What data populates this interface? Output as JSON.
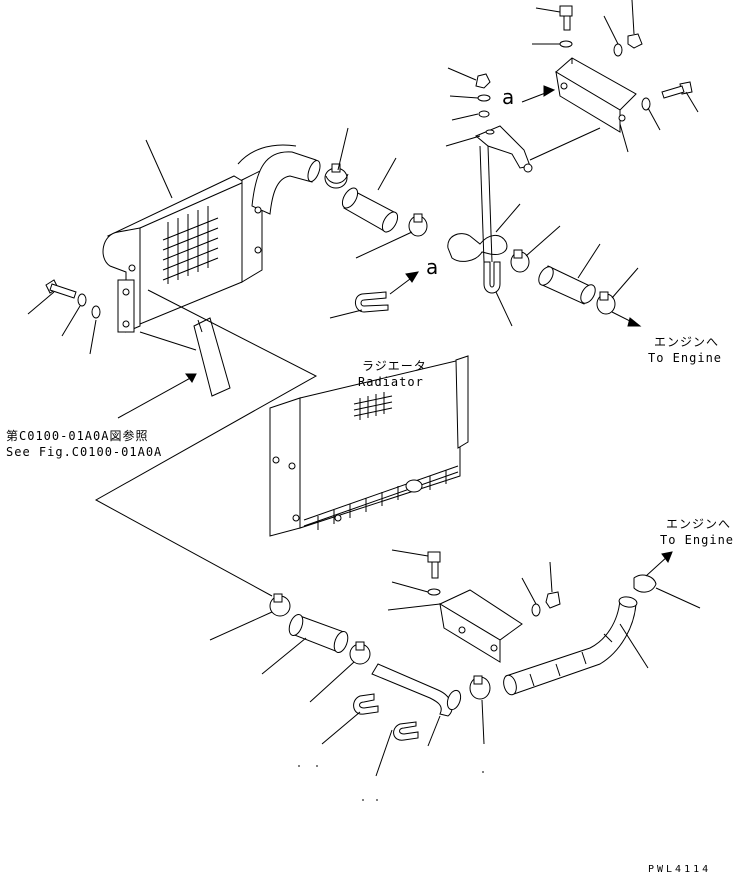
{
  "labels": {
    "radiator_jp": "ラジエータ",
    "radiator_en": "Radiator",
    "ref_jp": "第C0100-01A0A図参照",
    "ref_en": "See Fig.C0100-01A0A",
    "to_engine_jp_1": "エンジンへ",
    "to_engine_en_1": "To Engine",
    "to_engine_jp_2": "エンジンへ",
    "to_engine_en_2": "To Engine",
    "marker_a_1": "a",
    "marker_a_2": "a",
    "drawing_code": "PWL4114"
  },
  "colors": {
    "ink": "#000000",
    "paper": "#ffffff"
  }
}
